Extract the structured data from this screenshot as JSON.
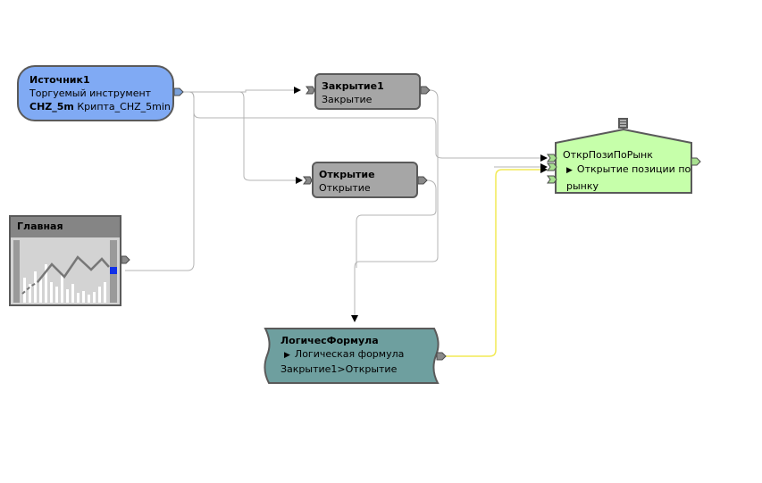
{
  "nodes": {
    "source": {
      "title": "Источник1",
      "subtitle": "Торгуемый инструмент",
      "symbol": "CHZ_5m",
      "symbol_detail": "Крипта_CHZ_5min",
      "color": "#80aaf4"
    },
    "close": {
      "title": "Закрытие1",
      "subtitle": "Закрытие",
      "color": "#a6a6a6"
    },
    "open": {
      "title": "Открытие",
      "subtitle": "Открытие",
      "color": "#a6a6a6"
    },
    "main": {
      "title": "Главная",
      "color": "#d3d3d3"
    },
    "position": {
      "title": "ОткрПозиПоРынк",
      "subtitle": "Открытие позиции по рынку",
      "color": "#c6ffaa"
    },
    "logic": {
      "title": "ЛогичесФормула",
      "subtitle": "Логическая формула",
      "expression": "Закрытие1>Открытие",
      "color": "#6e9f9f"
    }
  },
  "link_colors": {
    "default": "#b4b4b4",
    "highlight": "#f2ea55"
  }
}
